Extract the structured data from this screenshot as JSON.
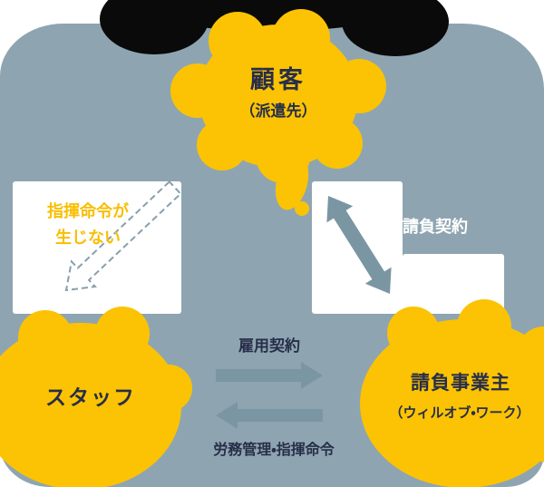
{
  "colors": {
    "background_blue": "#8EA5B1",
    "bubble_yellow": "#FBC303",
    "text_navy": "#272E49",
    "arrow_slate": "#7A96A2",
    "accent_black": "#0a0a0a",
    "panel_white": "#FFFFFF",
    "label_yellow": "#F9BE00"
  },
  "diagram": {
    "customer": {
      "title": "顧客",
      "subtitle": "（派遣先）"
    },
    "staff": {
      "title": "スタッフ"
    },
    "contractor": {
      "title": "請負事業主",
      "subtitle": "（ウィルオブ・ワーク）"
    },
    "relations": {
      "no_command": {
        "line1": "指揮命令が",
        "line2": "生じない"
      },
      "contract": {
        "label": "請負契約"
      },
      "employment": {
        "label": "雇用契約"
      },
      "labor_management": {
        "label": "労務管理・指揮命令"
      }
    }
  }
}
